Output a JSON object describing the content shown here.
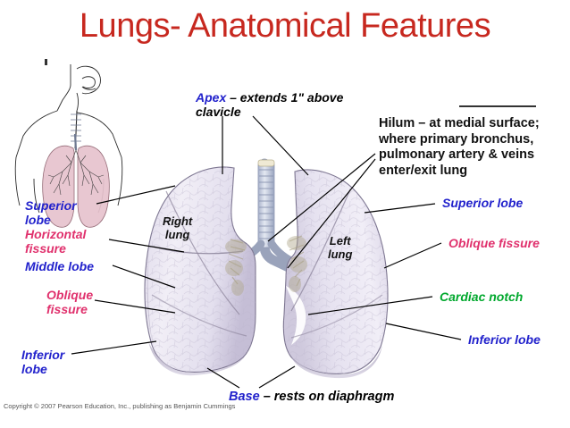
{
  "slide": {
    "title": "Lungs- Anatomical Features",
    "copyright": "Copyright © 2007 Pearson Education, Inc., publishing as Benjamin Cummings",
    "background_color": "#ffffff",
    "title_color": "#c7281f"
  },
  "colors": {
    "blue_label": "#2222cc",
    "pink_label": "#e0316d",
    "green_label": "#00a82d",
    "red_label": "#d4241b",
    "black_text": "#000000",
    "lung_fill": "#e6e2ef",
    "lung_shadow": "#b9b3ca",
    "trachea_fill": "#c6cde0",
    "inset_lung_fill": "#e8c4cf"
  },
  "annotations": {
    "apex": {
      "term": "Apex",
      "description": " – extends 1\" above clavicle"
    },
    "hilum": {
      "term": "Hilum",
      "description": " – at medial surface; where primary bronchus, pulmonary artery & veins enter/exit lung"
    },
    "base": {
      "term": "Base",
      "description": " – rests on diaphragm"
    }
  },
  "left_labels": [
    {
      "id": "superior-lobe-left",
      "text": "Superior\nlobe",
      "color": "blue"
    },
    {
      "id": "horizontal-fissure",
      "text": "Horizontal\nfissure",
      "color": "pink"
    },
    {
      "id": "middle-lobe",
      "text": "Middle lobe",
      "color": "blue"
    },
    {
      "id": "oblique-fissure-left",
      "text": "Oblique\nfissure",
      "color": "pink"
    },
    {
      "id": "inferior-lobe-left",
      "text": "Inferior\nlobe",
      "color": "blue"
    }
  ],
  "right_labels": [
    {
      "id": "superior-lobe-right",
      "text": "Superior lobe",
      "color": "blue"
    },
    {
      "id": "oblique-fissure-right",
      "text": "Oblique fissure",
      "color": "pink"
    },
    {
      "id": "cardiac-notch",
      "text": "Cardiac notch",
      "color": "green"
    },
    {
      "id": "inferior-lobe-right",
      "text": "Inferior lobe",
      "color": "blue"
    }
  ],
  "organ_labels": [
    {
      "id": "right-lung",
      "text": "Right\nlung"
    },
    {
      "id": "left-lung",
      "text": "Left\nlung"
    }
  ]
}
